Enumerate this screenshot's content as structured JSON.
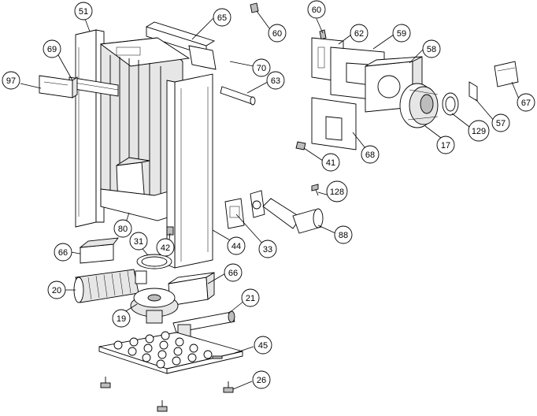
{
  "callouts": [
    {
      "id": "c51",
      "label": "51"
    },
    {
      "id": "c65",
      "label": "65"
    },
    {
      "id": "c60a",
      "label": "60"
    },
    {
      "id": "c69",
      "label": "69"
    },
    {
      "id": "c97",
      "label": "97"
    },
    {
      "id": "c70",
      "label": "70"
    },
    {
      "id": "c63",
      "label": "63"
    },
    {
      "id": "c80",
      "label": "80"
    },
    {
      "id": "c42",
      "label": "42"
    },
    {
      "id": "c44",
      "label": "44"
    },
    {
      "id": "c33",
      "label": "33"
    },
    {
      "id": "c88",
      "label": "88"
    },
    {
      "id": "c128",
      "label": "128"
    },
    {
      "id": "c60b",
      "label": "60"
    },
    {
      "id": "c62",
      "label": "62"
    },
    {
      "id": "c59",
      "label": "59"
    },
    {
      "id": "c58",
      "label": "58"
    },
    {
      "id": "c67",
      "label": "67"
    },
    {
      "id": "c57",
      "label": "57"
    },
    {
      "id": "c129",
      "label": "129"
    },
    {
      "id": "c17",
      "label": "17"
    },
    {
      "id": "c68",
      "label": "68"
    },
    {
      "id": "c41",
      "label": "41"
    },
    {
      "id": "c66a",
      "label": "66"
    },
    {
      "id": "c31",
      "label": "31"
    },
    {
      "id": "c66b",
      "label": "66"
    },
    {
      "id": "c20",
      "label": "20"
    },
    {
      "id": "c19",
      "label": "19"
    },
    {
      "id": "c21",
      "label": "21"
    },
    {
      "id": "c45",
      "label": "45"
    },
    {
      "id": "c26",
      "label": "26"
    }
  ]
}
